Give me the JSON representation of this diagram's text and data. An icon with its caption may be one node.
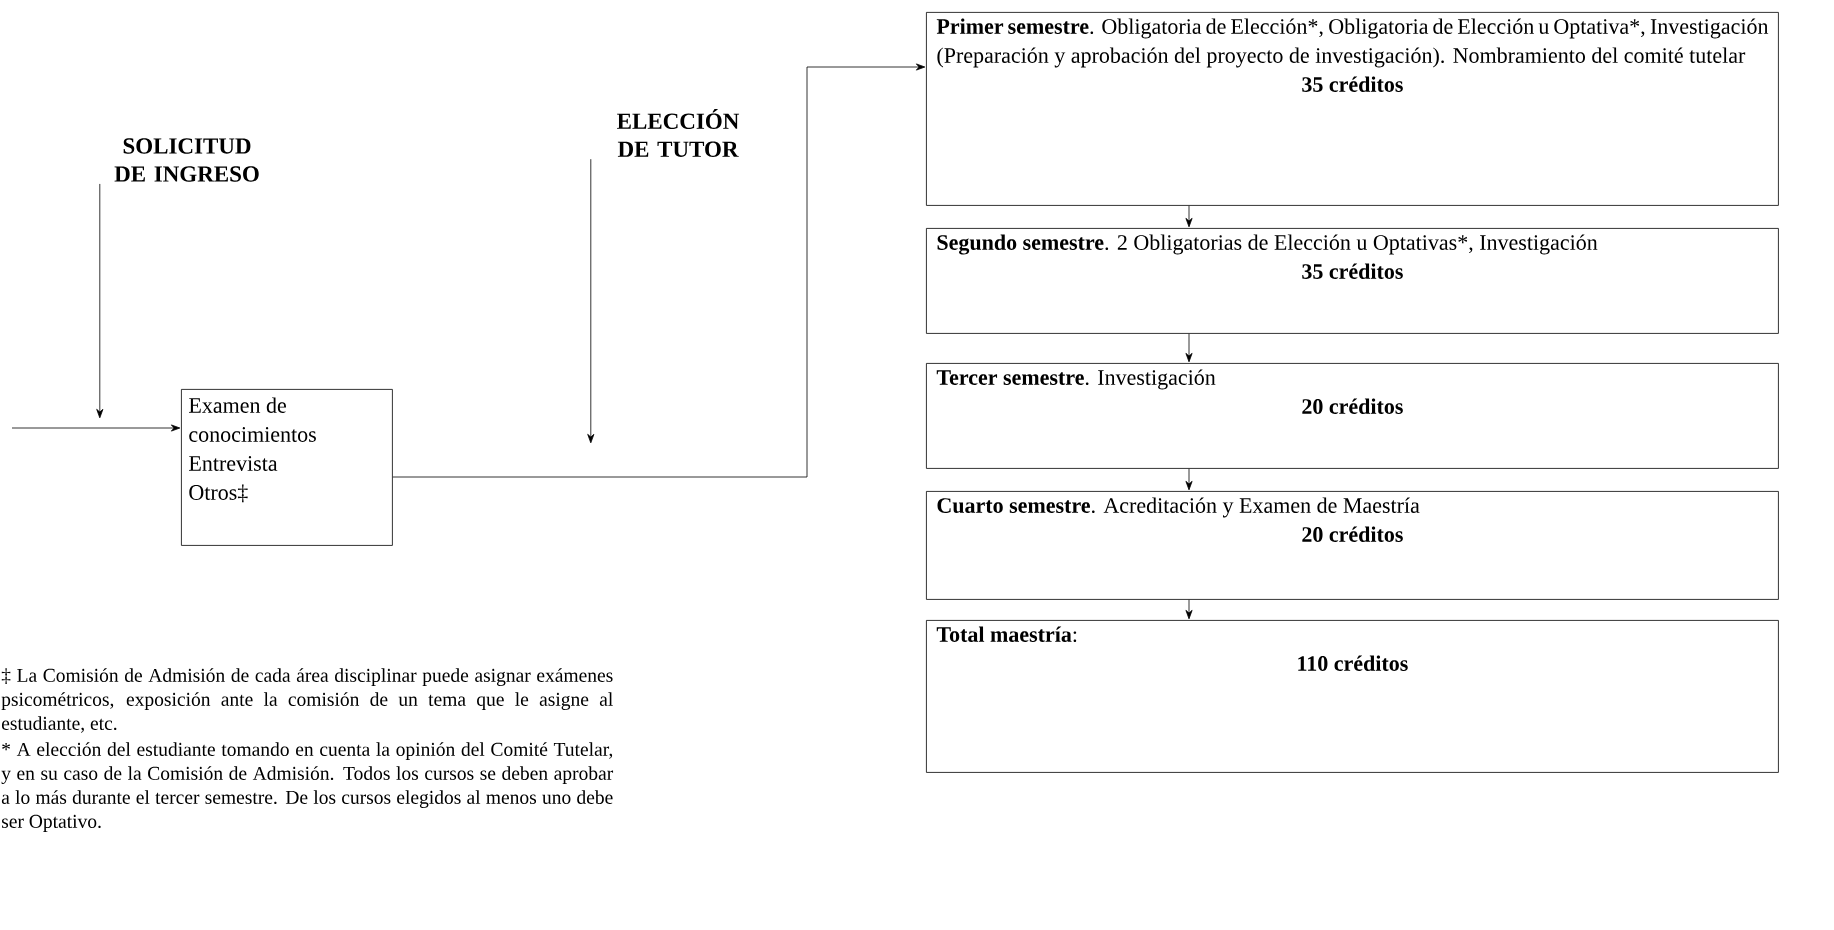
{
  "diagram": {
    "nodes": [
      {
        "text": [
          "SOLICITUD DE INGRESO"
        ]
      },
      {
        "text": [
          "ELECCIÓN DE TUTOR"
        ]
      },
      {
        "text": [
          "Examen de conocimientos",
          "Entrevista",
          "Otros‡"
        ]
      },
      {
        "text": [
          "Primer semestre",
          ". Obligatoria de Elección*, Obligatoria de Elección u Optativa*, Investigación (Preparación y aprobación del proyecto de investigación). Nombramiento del comité tutelar",
          "35 créditos"
        ]
      },
      {
        "text": [
          "Segundo semestre",
          ". 2 Obligatorias de Elección u Optativas*, Investigación",
          "35 créditos"
        ]
      },
      {
        "text": [
          "Tercer semestre",
          ". Investigación",
          "20 créditos"
        ]
      },
      {
        "text": [
          "Cuarto semestre",
          ". Acreditación y Examen de Maestría",
          "20 créditos"
        ]
      },
      {
        "text": [
          "Total maestría",
          ":",
          "110 créditos"
        ]
      }
    ],
    "edges": [
      {
        "from": 0,
        "to": null,
        "arrow": "to"
      },
      {
        "from": null,
        "to": 2,
        "arrow": "to"
      },
      {
        "from": 1,
        "to": null,
        "arrow": "to"
      },
      {
        "from": 2,
        "to": 3,
        "arrow": "to"
      },
      {
        "from": 3,
        "to": 4,
        "arrow": "to"
      },
      {
        "from": 4,
        "to": 5,
        "arrow": "to"
      },
      {
        "from": 5,
        "to": 6,
        "arrow": "to"
      },
      {
        "from": 6,
        "to": 7,
        "arrow": "to"
      }
    ],
    "labels": [
      "‡ La Comisión de Admisión de cada área disciplinar puede asignar exámenes psicométricos, exposición ante la comisión de un tema que le asigne al estudiante, etc.",
      "* A elección del estudiante tomando en cuenta la opinión del Comité Tutelar, y en su caso de la Comisión de Admisión. Todos los cursos se deben aprobar a lo más durante el tercer semestre. De los cursos elegidos al menos uno debe ser Optativo."
    ]
  }
}
